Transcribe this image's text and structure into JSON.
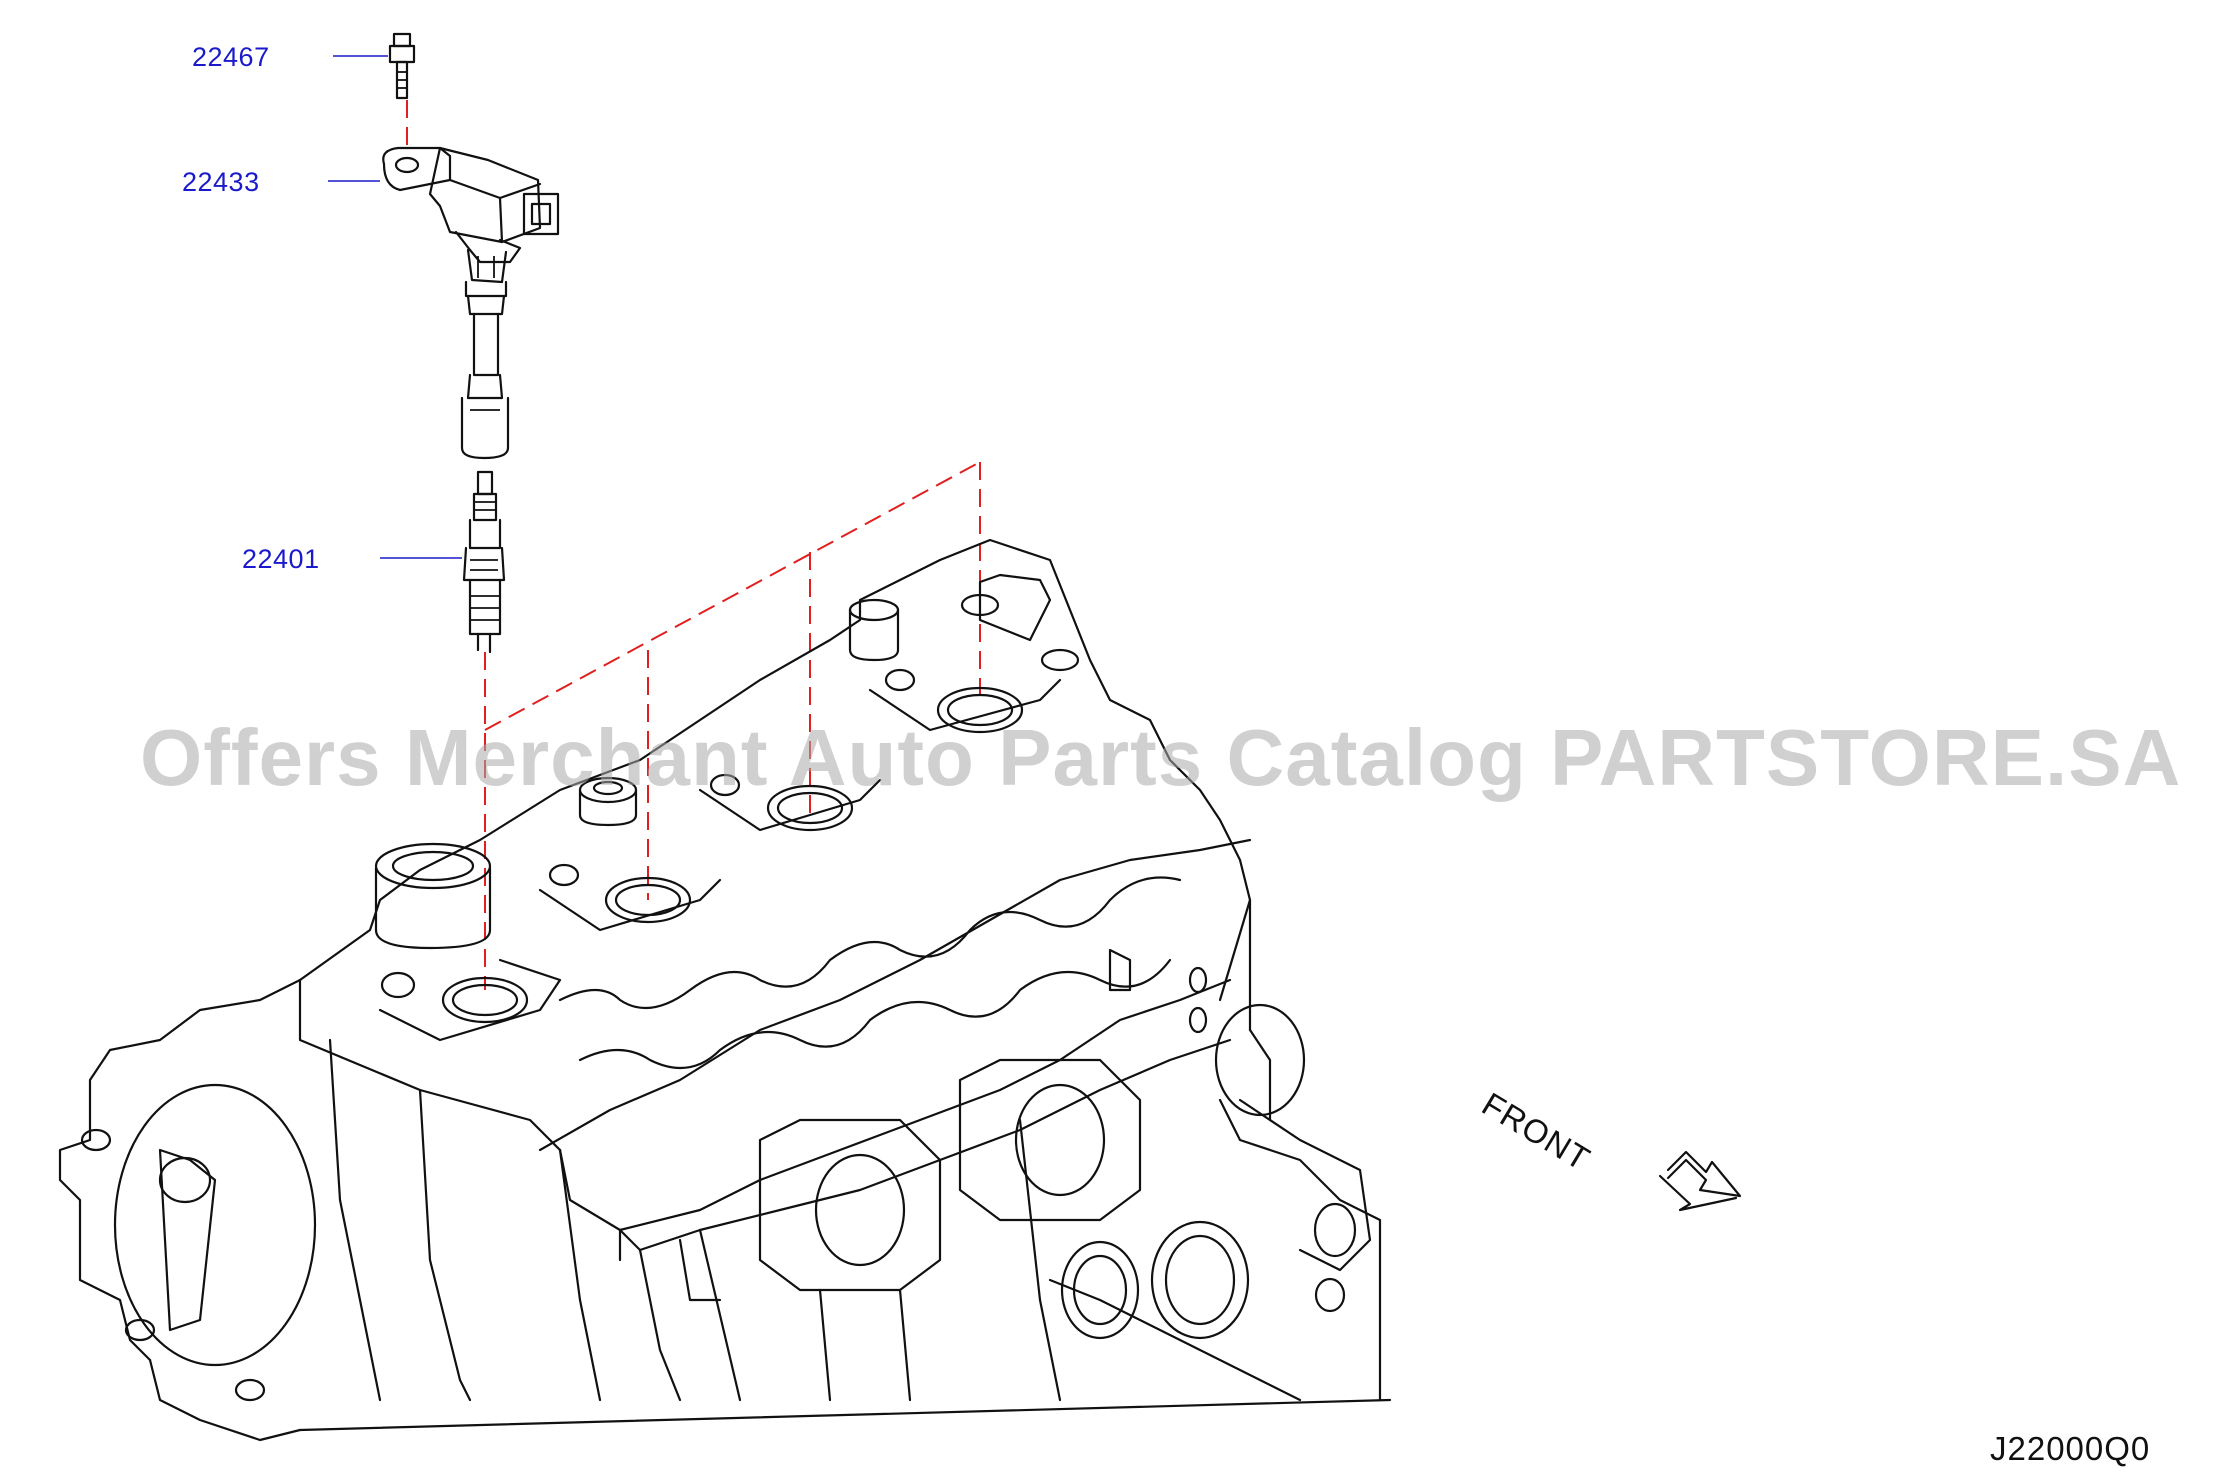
{
  "diagram": {
    "part_numbers": {
      "bolt": "22467",
      "ignition_coil": "22433",
      "spark_plug": "22401"
    },
    "direction_label": "FRONT",
    "diagram_code": "J22000Q0",
    "watermark": "Offers Merchant Auto Parts Catalog PARTSTORE.SA",
    "colors": {
      "callout_text": "#1a1acc",
      "leader_line": "#1a1acc",
      "alignment_dash": "#e02020",
      "line_art": "#111111",
      "watermark": "#aaaaaa"
    }
  }
}
